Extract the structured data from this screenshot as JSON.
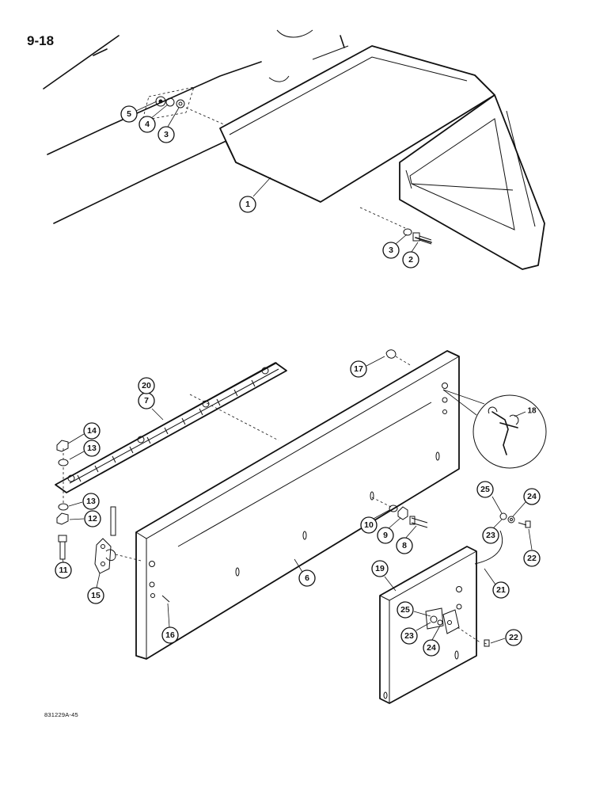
{
  "page_number": "9-18",
  "figure_code": "831229A-45",
  "callouts": [
    "1",
    "2",
    "3",
    "3",
    "4",
    "5",
    "6",
    "7",
    "8",
    "9",
    "10",
    "11",
    "12",
    "13",
    "13",
    "14",
    "15",
    "16",
    "17",
    "18",
    "19",
    "20",
    "21",
    "22",
    "22",
    "23",
    "23",
    "24",
    "24",
    "25",
    "25"
  ]
}
